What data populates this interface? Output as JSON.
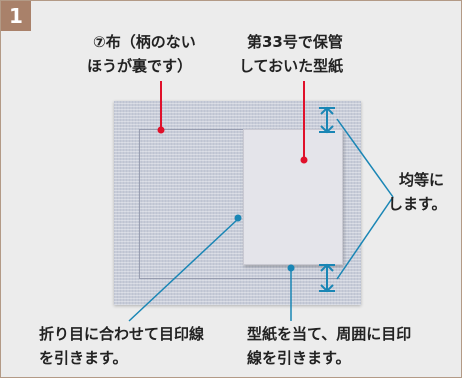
{
  "step_number": "1",
  "labels": {
    "cloth": [
      "⑦布（柄のない",
      "ほうが裏です）"
    ],
    "pattern": [
      "第33号で保管",
      "しておいた型紙"
    ],
    "equal": [
      "均等に",
      "します。"
    ],
    "fold_line": [
      "折り目に合わせて目印線",
      "を引きます。"
    ],
    "trace": [
      "型紙を当て、周囲に目印",
      "線を引きます。"
    ]
  },
  "colors": {
    "badge": "#a9816a",
    "marker_red": "#e0102a",
    "leader_teal": "#1a86b5",
    "fabric": "#c8ccd8"
  }
}
